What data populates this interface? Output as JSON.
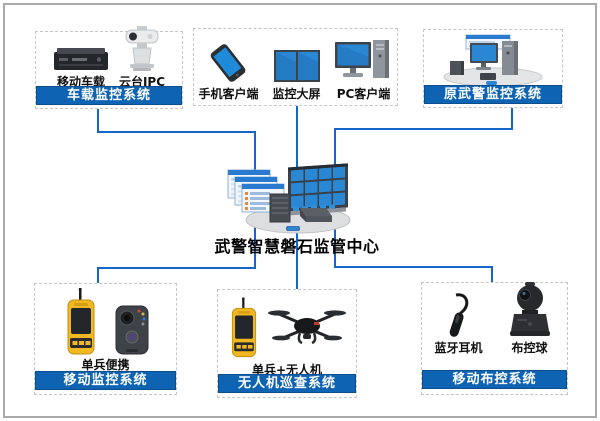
{
  "center": {
    "title": "武警智慧磐石监管中心"
  },
  "boxes": {
    "vehicle": {
      "banner": "车载监控系统",
      "items": [
        {
          "label": "移动车载"
        },
        {
          "label": "云台IPC"
        }
      ]
    },
    "clients": {
      "items": [
        {
          "label": "手机客户端"
        },
        {
          "label": "监控大屏"
        },
        {
          "label": "PC客户端"
        }
      ]
    },
    "legacy": {
      "banner": "原武警监控系统"
    },
    "mobileSurv": {
      "banner": "移动监控系统",
      "items": [
        {
          "label": "单兵便携"
        }
      ]
    },
    "uav": {
      "banner": "无人机巡查系统",
      "items": [
        {
          "label": "单兵+无人机"
        }
      ]
    },
    "mobileCtrl": {
      "banner": "移动布控系统",
      "items": [
        {
          "label": "蓝牙耳机"
        },
        {
          "label": "布控球"
        }
      ]
    }
  },
  "icons": [
    "mobile-dvr-icon",
    "ptz-camera-icon",
    "smartphone-icon",
    "video-wall-icon",
    "pc-icon",
    "legacy-console-icon",
    "monitor-center-icon",
    "handheld-radio-icon",
    "body-camera-icon",
    "drone-icon",
    "bluetooth-earpiece-icon",
    "ball-camera-icon"
  ],
  "colors": {
    "line": "#1565cb",
    "banner": "#0e63b3",
    "banner_text": "#ffffff",
    "screen_blue": "#2a87d4"
  }
}
